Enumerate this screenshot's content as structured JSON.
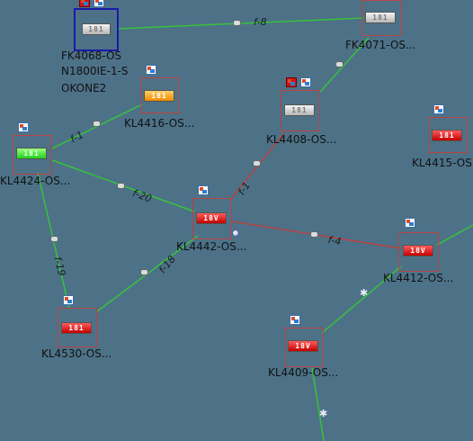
{
  "colors": {
    "background": "#4d7288",
    "link_ok": "#37c23b",
    "link_alarm": "#b84242",
    "node_border": "#b84242",
    "selected_border": "#1a1aa8"
  },
  "nodes": {
    "fk4068": {
      "label_lines": [
        "FK4068-OS",
        "N1800IE-1-S",
        "OKONE2"
      ],
      "device_text": "181",
      "device_color": "gray",
      "selected": true
    },
    "fk4071": {
      "label": "FK4071-OS...",
      "device_text": "181",
      "device_color": "gray"
    },
    "kl4416": {
      "label": "KL4416-OS...",
      "device_text": "181",
      "device_color": "orange"
    },
    "kl4408": {
      "label": "KL4408-OS...",
      "device_text": "181",
      "device_color": "gray"
    },
    "kl4415": {
      "label": "KL4415-OS",
      "device_text": "181",
      "device_color": "red"
    },
    "kl4424": {
      "label": "KL4424-OS...",
      "device_text": "181",
      "device_color": "green"
    },
    "kl4442": {
      "label": "KL4442-OS...",
      "device_text": "18V",
      "device_color": "red"
    },
    "kl4412": {
      "label": "KL4412-OS...",
      "device_text": "18V",
      "device_color": "red"
    },
    "kl4530": {
      "label": "KL4530-OS...",
      "device_text": "181",
      "device_color": "red"
    },
    "kl4409": {
      "label": "KL4409-OS...",
      "device_text": "18V",
      "device_color": "red"
    }
  },
  "links": {
    "f8": "f-8",
    "f1": "f-1",
    "f20": "f-20",
    "f1b": "f-1",
    "f18": "f-18",
    "f19": "f-19",
    "f4": "f-4"
  }
}
